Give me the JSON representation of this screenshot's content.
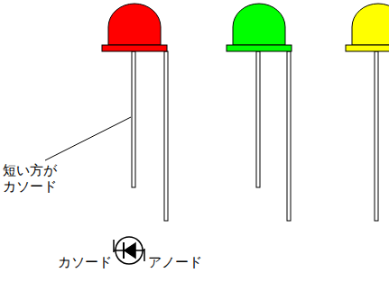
{
  "diagram": {
    "labels": [
      "短い方が カソード",
      "カソード",
      "アノード"
    ]
  }
}
